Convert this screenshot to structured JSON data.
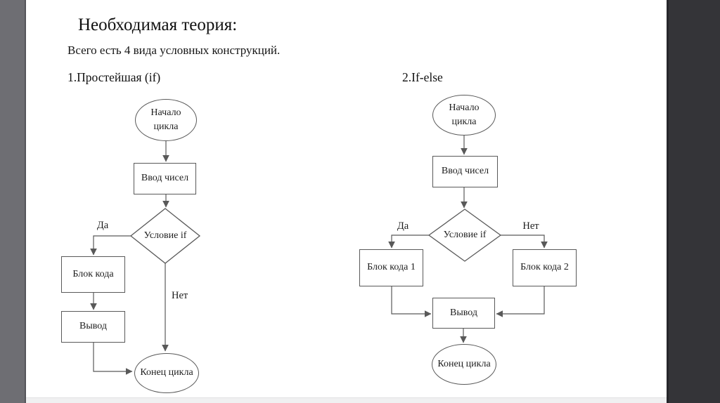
{
  "theme": {
    "left_bar_color": "#6e6e73",
    "left_bar_edge_color": "#55555a",
    "right_bar_color": "#343438",
    "right_bar_edge_color": "#27272b",
    "slide_bg_color": "#ffffff",
    "bottom_strip_color": "#f0f0f1",
    "line_color": "#595959",
    "text_color": "#1a1a1a"
  },
  "slide": {
    "title": "Необходимая теория:",
    "subtitle": "Всего есть 4 вида условных конструкций."
  },
  "chart1": {
    "heading": "1.Простейшая (if)",
    "nodes": {
      "start": "Начало цикла",
      "input": "Ввод чисел",
      "condition": "Условие if",
      "code": "Блок кода",
      "output": "Вывод",
      "end": "Конец цикла"
    },
    "branch_labels": {
      "yes": "Да",
      "no": "Нет"
    }
  },
  "chart2": {
    "heading": "2.If-else",
    "nodes": {
      "start": "Начало цикла",
      "input": "Ввод чисел",
      "condition": "Условие if",
      "code1": "Блок кода 1",
      "code2": "Блок кода 2",
      "output": "Вывод",
      "end": "Конец цикла"
    },
    "branch_labels": {
      "yes": "Да",
      "no": "Нет"
    }
  }
}
